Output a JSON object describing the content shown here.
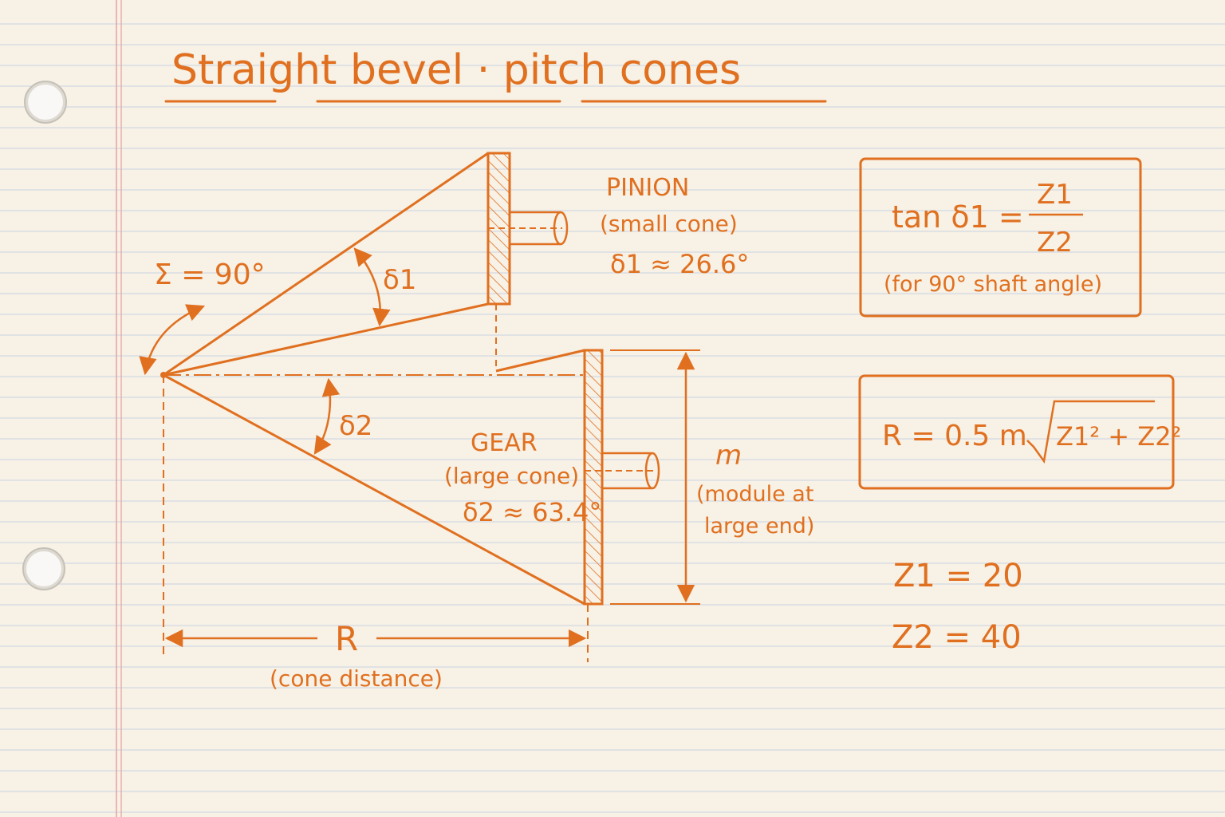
{
  "title": "Straight bevel · pitch cones",
  "shaft_angle_label": "Σ = 90°",
  "pinion": {
    "name": "PINION",
    "description": "(small cone)",
    "angle_symbol": "δ1",
    "angle_value": "δ1 ≈ 26.6°"
  },
  "gear": {
    "name": "GEAR",
    "description": "(large cone)",
    "angle_symbol": "δ2",
    "angle_value": "δ2 ≈ 63.4°"
  },
  "module": {
    "symbol": "m",
    "description_line1": "(module at",
    "description_line2": "large end)"
  },
  "cone_distance": {
    "symbol": "R",
    "description": "(cone distance)"
  },
  "formula_tan": {
    "lhs": "tan δ1 =",
    "numerator": "Z1",
    "denominator": "Z2",
    "note": "(for 90° shaft angle)"
  },
  "formula_R": {
    "lhs": "R = 0.5 m",
    "radicand": "Z1² + Z2²"
  },
  "teeth": {
    "z1": "Z1 = 20",
    "z2": "Z2 = 40"
  },
  "colors": {
    "ink": "#e0701f",
    "paper": "#f7f1e6",
    "rule_lines": "#c9d3e3",
    "margin_line": "#e8a0a0"
  }
}
